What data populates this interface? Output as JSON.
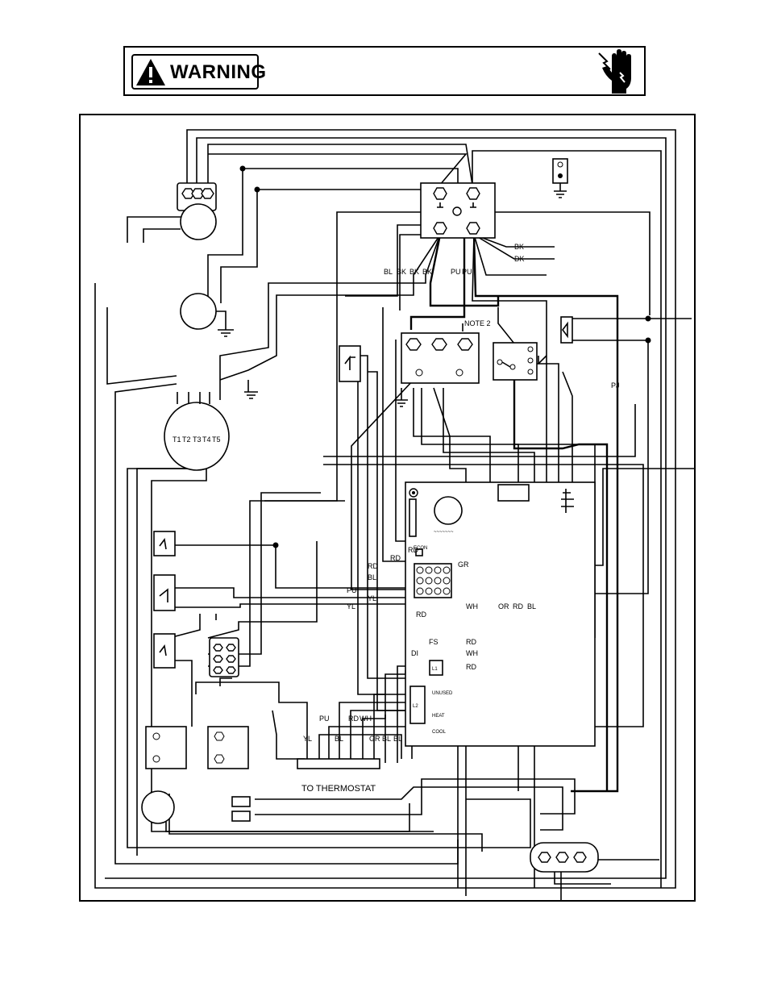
{
  "header": {
    "warning_label": "WARNING"
  },
  "icons": {
    "warning": "warning-triangle-icon",
    "hazard": "electrical-shock-hand-icon",
    "ground": "ground-icon"
  },
  "diagram": {
    "note": "NOTE 2",
    "thermostat_label": "TO THERMOSTAT",
    "motor_terminals": [
      "T1",
      "T2",
      "T3",
      "T4",
      "T5"
    ],
    "relay_top_wires": [
      "BL",
      "BK",
      "BK",
      "BK",
      "PU",
      "PU"
    ],
    "relay_side_wires": [
      "BK",
      "DK"
    ],
    "side_wire": "PJ",
    "board_left_wires": [
      "RD",
      "RD",
      "RD",
      "BL",
      "PU",
      "YL",
      "YL",
      "RD"
    ],
    "board_right_wires": [
      "GR",
      "WH",
      "OR",
      "RD",
      "BL"
    ],
    "board_lower_wires": [
      "RD",
      "WH",
      "RD"
    ],
    "board_lower_labels": [
      "FS",
      "DI"
    ],
    "thermostat_wires": [
      "YL",
      "PU",
      "BL",
      "RD",
      "WH",
      "GR",
      "BL",
      "BL"
    ],
    "board_codes": [
      "ECON",
      "L1",
      "L2"
    ],
    "board_terminals": [
      "UNUSED",
      "HEAT",
      "COOL"
    ]
  }
}
